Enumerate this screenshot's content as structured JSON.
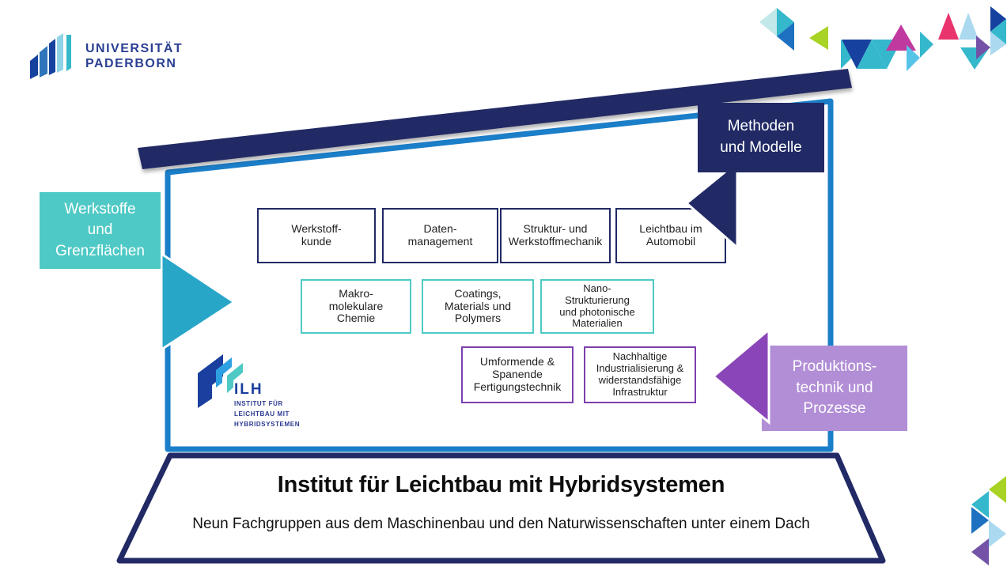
{
  "university_logo": {
    "line1": "UNIVERSITÄT",
    "line2": "PADERBORN"
  },
  "side_labels": {
    "methods": "Methoden\nund Modelle",
    "materials": "Werkstoffe\nund\nGrenzflächen",
    "production": "Produktions-\ntechnik und\nProzesse"
  },
  "fachgruppen": [
    {
      "label": "Werkstoff-\nkunde",
      "category": "methods"
    },
    {
      "label": "Daten-\nmanagement",
      "category": "methods"
    },
    {
      "label": "Struktur- und\nWerkstoffmechanik",
      "category": "methods"
    },
    {
      "label": "Leichtbau im\nAutomobil",
      "category": "methods"
    },
    {
      "label": "Makro-\nmolekulare\nChemie",
      "category": "materials"
    },
    {
      "label": "Coatings,\nMaterials und\nPolymers",
      "category": "materials"
    },
    {
      "label": "Nano-\nStrukturierung\nund photonische\nMaterialien",
      "category": "materials"
    },
    {
      "label": "Umformende &\nSpanende\nFertigungstechnik",
      "category": "production"
    },
    {
      "label": "Nachhaltige\nIndustrialisierung &\nwiderstandsfähige\nInfrastruktur",
      "category": "production"
    }
  ],
  "ilh_logo": {
    "acronym": "ILH",
    "line1": "INSTITUT FÜR",
    "line2": "LEICHTBAU MIT",
    "line3": "HYBRIDSYSTEMEN"
  },
  "base": {
    "title": "Institut für Leichtbau mit Hybridsystemen",
    "subtitle": "Neun Fachgruppen aus dem Maschinenbau und den Naturwissenschaften unter einem Dach"
  },
  "colors": {
    "navy": "#212a65",
    "house_border_blue": "#1b7ec8",
    "teal_box": "#4fc9c5",
    "teal_arrow": "#28a6c8",
    "purple_box": "#b28ed6",
    "purple_arrow": "#8a46b8",
    "purple_border": "#7d3fae",
    "lime": "#a8d324",
    "magenta": "#c0399e",
    "crimson": "#e8356d",
    "dark_blue": "#16419e",
    "mid_blue": "#1d71c0",
    "sky": "#57c3e9"
  }
}
